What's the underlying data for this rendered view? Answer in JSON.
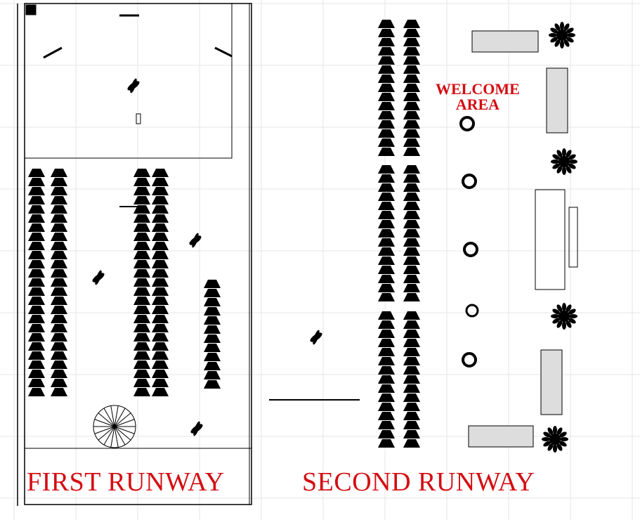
{
  "labels": {
    "first_runway": "FIRST RUNWAY",
    "second_runway": "SECOND RUNWAY",
    "welcome_line1": "WELCOME",
    "welcome_line2": "AREA"
  },
  "colors": {
    "label": "#d40d12",
    "lines": "#000000",
    "grid": "#e6e6e6"
  }
}
